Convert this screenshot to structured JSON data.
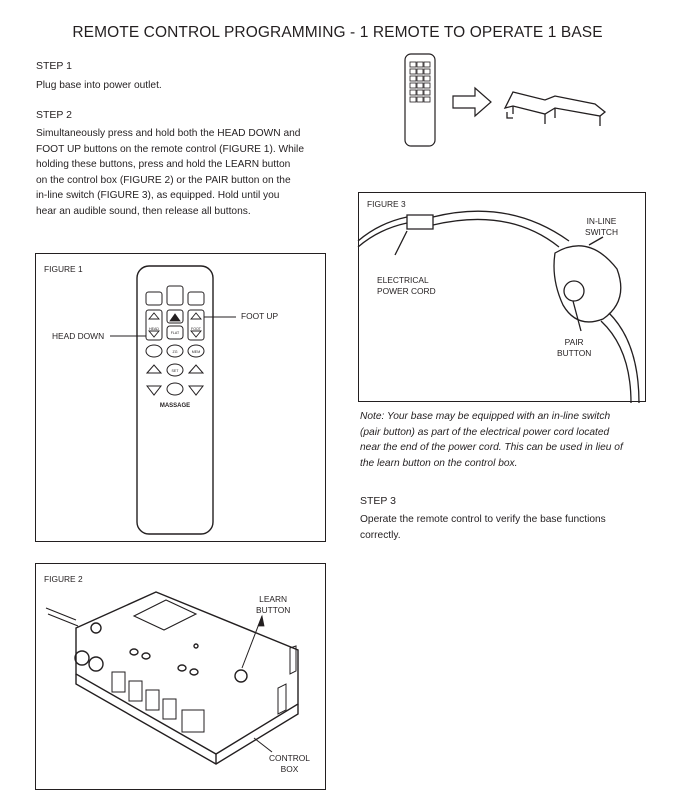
{
  "page": {
    "title": "REMOTE CONTROL PROGRAMMING - 1 REMOTE TO OPERATE 1 BASE"
  },
  "steps": {
    "step1": {
      "heading": "STEP 1",
      "text": "Plug base into power outlet."
    },
    "step2": {
      "heading": "STEP 2",
      "lines": [
        "Simultaneously press and hold both the HEAD DOWN and",
        "FOOT UP buttons on the remote control (FIGURE 1). While",
        "holding these buttons, press and hold the LEARN button",
        "on the control box (FIGURE 2) or the PAIR button on the",
        "in-line switch (FIGURE 3), as equipped. Hold until you",
        "hear an audible sound, then release all buttons."
      ]
    },
    "step3": {
      "heading": "STEP 3",
      "lines": [
        "Operate the remote control to verify the base functions",
        "correctly."
      ]
    }
  },
  "note": {
    "lines": [
      "Note: Your base may be equipped with an in-line switch",
      "(pair button) as part of the electrical power cord located",
      "near the end of the power cord. This can be used in lieu of",
      "the learn button on the control box."
    ]
  },
  "figure1": {
    "label": "FIGURE 1",
    "callout_foot_up": "FOOT UP",
    "callout_head_down": "HEAD DOWN",
    "remote_labels": {
      "head": "HEAD",
      "foot": "FOOT",
      "flat": "FLAT",
      "zg": "ZG",
      "mem": "MEM",
      "set": "SET",
      "massage": "MASSAGE"
    }
  },
  "figure2": {
    "label": "FIGURE 2",
    "callout_learn": [
      "LEARN",
      "BUTTON"
    ],
    "callout_box": [
      "CONTROL",
      "BOX"
    ]
  },
  "figure3": {
    "label": "FIGURE 3",
    "callout_switch": [
      "IN-LINE",
      "SWITCH"
    ],
    "callout_cord": [
      "ELECTRICAL",
      "POWER CORD"
    ],
    "callout_pair": [
      "PAIR",
      "BUTTON"
    ]
  }
}
